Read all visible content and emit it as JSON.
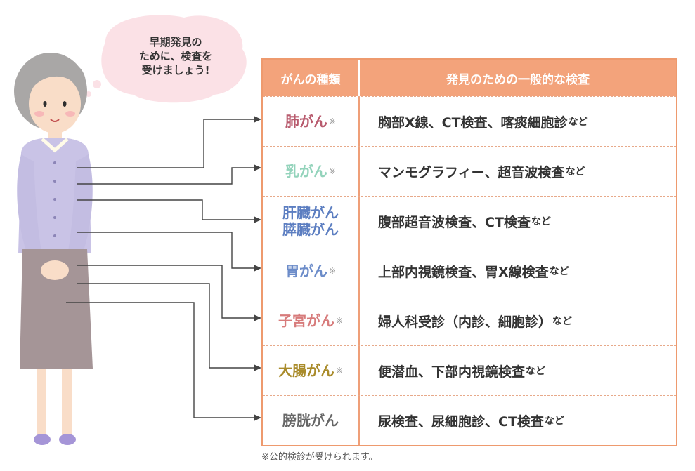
{
  "bubble": {
    "lines": [
      "早期発見の",
      "ために、検査を",
      "受けましょう!"
    ]
  },
  "table": {
    "headers": [
      "がんの種類",
      "発見のための一般的な検査"
    ],
    "rows": [
      {
        "type_lines": [
          "肺がん"
        ],
        "mark": "※",
        "color": "#b85b6e",
        "exam": "胸部X線、CT検査、喀痰細胞診",
        "suffix": "など"
      },
      {
        "type_lines": [
          "乳がん"
        ],
        "mark": "※",
        "color": "#93d3bb",
        "exam": "マンモグラフィー、超音波検査",
        "suffix": "など"
      },
      {
        "type_lines": [
          "肝臓がん",
          "膵臓がん"
        ],
        "mark": "",
        "color": "#5c7ec1",
        "exam": "腹部超音波検査、CT検査",
        "suffix": "など"
      },
      {
        "type_lines": [
          "胃がん"
        ],
        "mark": "※",
        "color": "#6c8cc9",
        "exam": "上部内視鏡検査、胃X線検査",
        "suffix": "など"
      },
      {
        "type_lines": [
          "子宮がん"
        ],
        "mark": "※",
        "color": "#d77b7b",
        "exam": "婦人科受診（内診、細胞診）",
        "suffix": "など"
      },
      {
        "type_lines": [
          "大腸がん"
        ],
        "mark": "※",
        "color": "#a98b2a",
        "exam": "便潜血、下部内視鏡検査",
        "suffix": "など"
      },
      {
        "type_lines": [
          "膀胱がん"
        ],
        "mark": "",
        "color": "#666666",
        "exam": "尿検査、尿細胞診、CT検査",
        "suffix": "など"
      }
    ]
  },
  "footnote": "※公的検診が受けられます。",
  "colors": {
    "header_bg": "#f3a37b",
    "border": "#ee9a6e",
    "bubble": "#fbe1e6",
    "cardigan": "#c9c3e6",
    "skirt": "#a59597",
    "hair": "#a9a7a6"
  }
}
